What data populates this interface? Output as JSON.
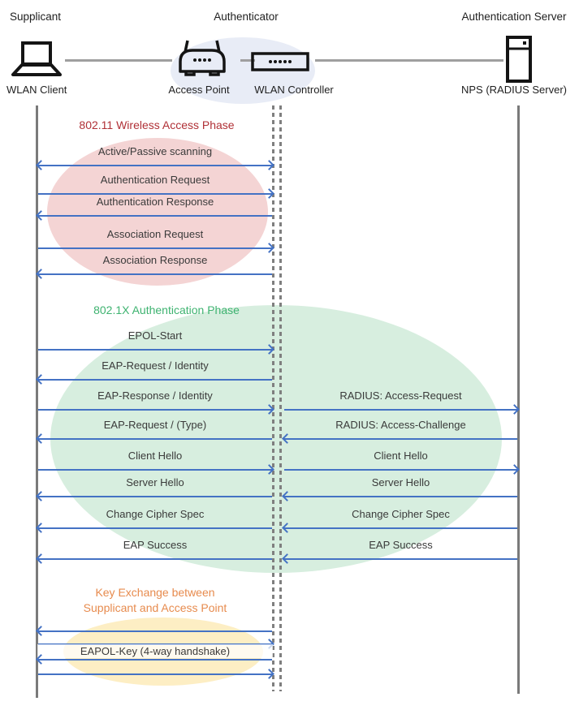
{
  "actors": {
    "supplicant": {
      "role": "Supplicant",
      "device": "WLAN Client"
    },
    "authenticator": {
      "role": "Authenticator",
      "device_ap": "Access Point",
      "device_wlc": "WLAN Controller"
    },
    "auth_server": {
      "role": "Authentication Server",
      "device": "NPS (RADIUS Server)"
    }
  },
  "phase1": {
    "title": "802.11 Wireless Access Phase",
    "title_color": "#b03036",
    "messages": [
      {
        "label": "Active/Passive scanning",
        "direction": "both"
      },
      {
        "label": "Authentication Request",
        "direction": "right"
      },
      {
        "label": "Authentication Response",
        "direction": "left"
      },
      {
        "label": "Association Request",
        "direction": "right"
      },
      {
        "label": "Association Response",
        "direction": "left"
      }
    ]
  },
  "phase2": {
    "title": "802.1X Authentication Phase",
    "title_color": "#3eb370",
    "messages_left": [
      {
        "label": "EPOL-Start",
        "direction": "right"
      },
      {
        "label": "EAP-Request / Identity",
        "direction": "left"
      },
      {
        "label": "EAP-Response / Identity",
        "direction": "right"
      },
      {
        "label": "EAP-Request / (Type)",
        "direction": "left"
      },
      {
        "label": "Client Hello",
        "direction": "right"
      },
      {
        "label": "Server Hello",
        "direction": "left"
      },
      {
        "label": "Change Cipher Spec",
        "direction": "left"
      },
      {
        "label": "EAP Success",
        "direction": "left"
      }
    ],
    "messages_right": [
      {
        "label": "RADIUS: Access-Request",
        "direction": "right"
      },
      {
        "label": "RADIUS: Access-Challenge",
        "direction": "left"
      },
      {
        "label": "Client Hello",
        "direction": "right"
      },
      {
        "label": "Server Hello",
        "direction": "left"
      },
      {
        "label": "Change Cipher Spec",
        "direction": "left"
      },
      {
        "label": "EAP Success",
        "direction": "left"
      }
    ]
  },
  "phase3": {
    "title_line1": "Key Exchange between",
    "title_line2": "Supplicant and Access Point",
    "title_color": "#e78b4e",
    "label": "EAPOL-Key (4-way handshake)",
    "arrows": [
      "left",
      "right",
      "left",
      "right"
    ]
  },
  "colors": {
    "arrow": "#4472c4",
    "lifeline": "#7a7a7a",
    "phase1_ellipse": "#f4d4d4",
    "phase2_ellipse": "#d7eedf",
    "phase3_ellipse": "#fdeec4",
    "authenticator_ellipse": "#e8ecf6"
  }
}
